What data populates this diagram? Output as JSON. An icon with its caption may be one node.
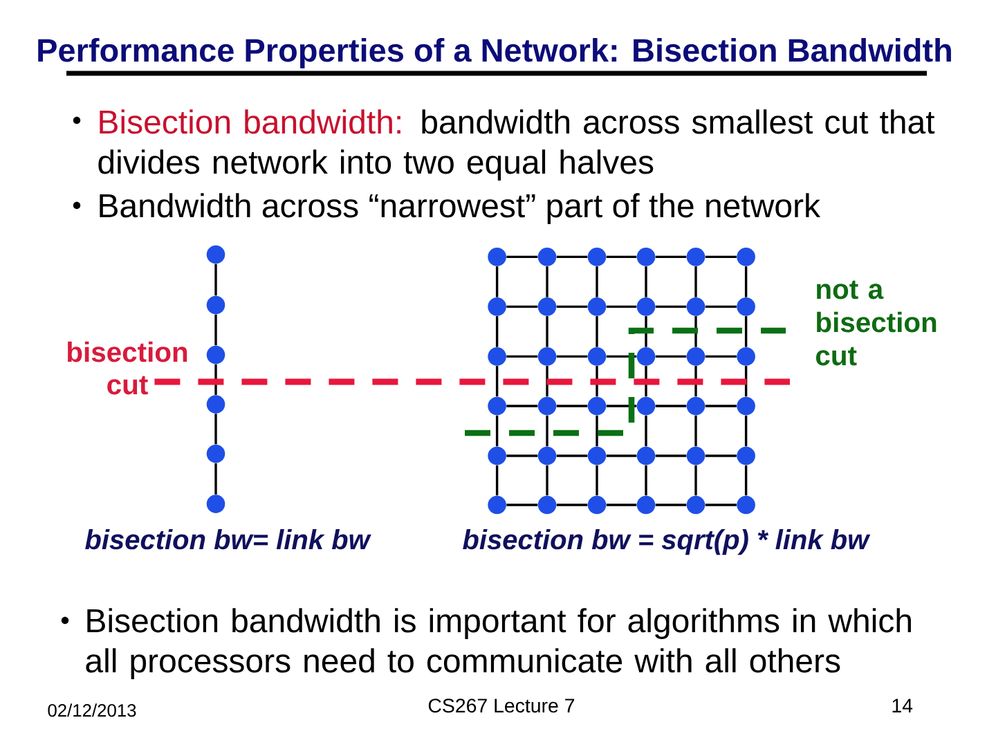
{
  "diagram": {
    "title": "Performance Properties of a Network: Bisection Bandwidth",
    "nodes": [
      {
        "text": [],
        "shape": "circle"
      },
      {
        "text": [],
        "shape": "circle"
      },
      {
        "text": [],
        "shape": "circle"
      },
      {
        "text": [],
        "shape": "circle"
      },
      {
        "text": [],
        "shape": "circle"
      },
      {
        "text": [],
        "shape": "circle"
      },
      {
        "text": [],
        "shape": "circle"
      },
      {
        "text": [],
        "shape": "circle"
      },
      {
        "text": [],
        "shape": "circle"
      },
      {
        "text": [],
        "shape": "circle"
      },
      {
        "text": [],
        "shape": "circle"
      },
      {
        "text": [],
        "shape": "circle"
      },
      {
        "text": [],
        "shape": "circle"
      },
      {
        "text": [],
        "shape": "circle"
      },
      {
        "text": [],
        "shape": "circle"
      },
      {
        "text": [],
        "shape": "circle"
      },
      {
        "text": [],
        "shape": "circle"
      },
      {
        "text": [],
        "shape": "circle"
      },
      {
        "text": [],
        "shape": "circle"
      },
      {
        "text": [],
        "shape": "circle"
      },
      {
        "text": [],
        "shape": "circle"
      },
      {
        "text": [],
        "shape": "circle"
      },
      {
        "text": [],
        "shape": "circle"
      },
      {
        "text": [],
        "shape": "circle"
      },
      {
        "text": [],
        "shape": "circle"
      },
      {
        "text": [],
        "shape": "circle"
      },
      {
        "text": [],
        "shape": "circle"
      },
      {
        "text": [],
        "shape": "circle"
      },
      {
        "text": [],
        "shape": "circle"
      },
      {
        "text": [],
        "shape": "circle"
      },
      {
        "text": [],
        "shape": "circle"
      },
      {
        "text": [],
        "shape": "circle"
      },
      {
        "text": [],
        "shape": "circle"
      },
      {
        "text": [],
        "shape": "circle"
      },
      {
        "text": [],
        "shape": "circle"
      },
      {
        "text": [],
        "shape": "circle"
      },
      {
        "text": [],
        "shape": "circle"
      },
      {
        "text": [],
        "shape": "circle"
      },
      {
        "text": [],
        "shape": "circle"
      },
      {
        "text": [],
        "shape": "circle"
      },
      {
        "text": [],
        "shape": "circle"
      },
      {
        "text": [],
        "shape": "circle"
      }
    ],
    "edges": [
      {
        "from": 0,
        "to": 1,
        "arrow": "none"
      },
      {
        "from": 1,
        "to": 2,
        "arrow": "none"
      },
      {
        "from": 2,
        "to": 3,
        "arrow": "none"
      },
      {
        "from": 3,
        "to": 4,
        "arrow": "none"
      },
      {
        "from": 4,
        "to": 5,
        "arrow": "none"
      },
      {
        "from": 6,
        "to": 7,
        "arrow": "none"
      },
      {
        "from": 7,
        "to": 8,
        "arrow": "none"
      },
      {
        "from": 8,
        "to": 9,
        "arrow": "none"
      },
      {
        "from": 9,
        "to": 10,
        "arrow": "none"
      },
      {
        "from": 10,
        "to": 11,
        "arrow": "none"
      },
      {
        "from": 12,
        "to": 13,
        "arrow": "none"
      },
      {
        "from": 13,
        "to": 14,
        "arrow": "none"
      },
      {
        "from": 14,
        "to": 15,
        "arrow": "none"
      },
      {
        "from": 15,
        "to": 16,
        "arrow": "none"
      },
      {
        "from": 16,
        "to": 17,
        "arrow": "none"
      },
      {
        "from": 18,
        "to": 19,
        "arrow": "none"
      },
      {
        "from": 19,
        "to": 20,
        "arrow": "none"
      },
      {
        "from": 20,
        "to": 21,
        "arrow": "none"
      },
      {
        "from": 21,
        "to": 22,
        "arrow": "none"
      },
      {
        "from": 22,
        "to": 23,
        "arrow": "none"
      },
      {
        "from": 24,
        "to": 25,
        "arrow": "none"
      },
      {
        "from": 25,
        "to": 26,
        "arrow": "none"
      },
      {
        "from": 26,
        "to": 27,
        "arrow": "none"
      },
      {
        "from": 27,
        "to": 28,
        "arrow": "none"
      },
      {
        "from": 28,
        "to": 29,
        "arrow": "none"
      },
      {
        "from": 30,
        "to": 31,
        "arrow": "none"
      },
      {
        "from": 31,
        "to": 32,
        "arrow": "none"
      },
      {
        "from": 32,
        "to": 33,
        "arrow": "none"
      },
      {
        "from": 33,
        "to": 34,
        "arrow": "none"
      },
      {
        "from": 34,
        "to": 35,
        "arrow": "none"
      },
      {
        "from": 36,
        "to": 37,
        "arrow": "none"
      },
      {
        "from": 37,
        "to": 38,
        "arrow": "none"
      },
      {
        "from": 38,
        "to": 39,
        "arrow": "none"
      },
      {
        "from": 39,
        "to": 40,
        "arrow": "none"
      },
      {
        "from": 40,
        "to": 41,
        "arrow": "none"
      },
      {
        "from": 6,
        "to": 12,
        "arrow": "none"
      },
      {
        "from": 7,
        "to": 13,
        "arrow": "none"
      },
      {
        "from": 8,
        "to": 14,
        "arrow": "none"
      },
      {
        "from": 9,
        "to": 15,
        "arrow": "none"
      },
      {
        "from": 10,
        "to": 16,
        "arrow": "none"
      },
      {
        "from": 11,
        "to": 17,
        "arrow": "none"
      },
      {
        "from": 12,
        "to": 18,
        "arrow": "none"
      },
      {
        "from": 13,
        "to": 19,
        "arrow": "none"
      },
      {
        "from": 14,
        "to": 20,
        "arrow": "none"
      },
      {
        "from": 15,
        "to": 21,
        "arrow": "none"
      },
      {
        "from": 16,
        "to": 22,
        "arrow": "none"
      },
      {
        "from": 17,
        "to": 23,
        "arrow": "none"
      },
      {
        "from": 18,
        "to": 24,
        "arrow": "none"
      },
      {
        "from": 19,
        "to": 25,
        "arrow": "none"
      },
      {
        "from": 20,
        "to": 26,
        "arrow": "none"
      },
      {
        "from": 21,
        "to": 27,
        "arrow": "none"
      },
      {
        "from": 22,
        "to": 28,
        "arrow": "none"
      },
      {
        "from": 23,
        "to": 29,
        "arrow": "none"
      },
      {
        "from": 24,
        "to": 30,
        "arrow": "none"
      },
      {
        "from": 25,
        "to": 31,
        "arrow": "none"
      },
      {
        "from": 26,
        "to": 32,
        "arrow": "none"
      },
      {
        "from": 27,
        "to": 33,
        "arrow": "none"
      },
      {
        "from": 28,
        "to": 34,
        "arrow": "none"
      },
      {
        "from": 29,
        "to": 35,
        "arrow": "none"
      },
      {
        "from": 30,
        "to": 36,
        "arrow": "none"
      },
      {
        "from": 31,
        "to": 37,
        "arrow": "none"
      },
      {
        "from": 32,
        "to": 38,
        "arrow": "none"
      },
      {
        "from": 33,
        "to": 39,
        "arrow": "none"
      },
      {
        "from": 34,
        "to": 40,
        "arrow": "none"
      },
      {
        "from": 35,
        "to": 41,
        "arrow": "none"
      }
    ],
    "labels": [
      "Bisection bandwidth:",
      "bandwidth across smallest cut that divides network into two equal halves",
      "Bandwidth across “narrowest” part of the network",
      "not a bisection cut",
      "bisection cut",
      "bisection bw= link bw",
      "bisection bw = sqrt(p) * link bw",
      "Bisection bandwidth is important for algorithms in which all processors need to communicate with all others",
      "02/12/2013",
      "CS267 Lecture 7",
      "14"
    ]
  }
}
